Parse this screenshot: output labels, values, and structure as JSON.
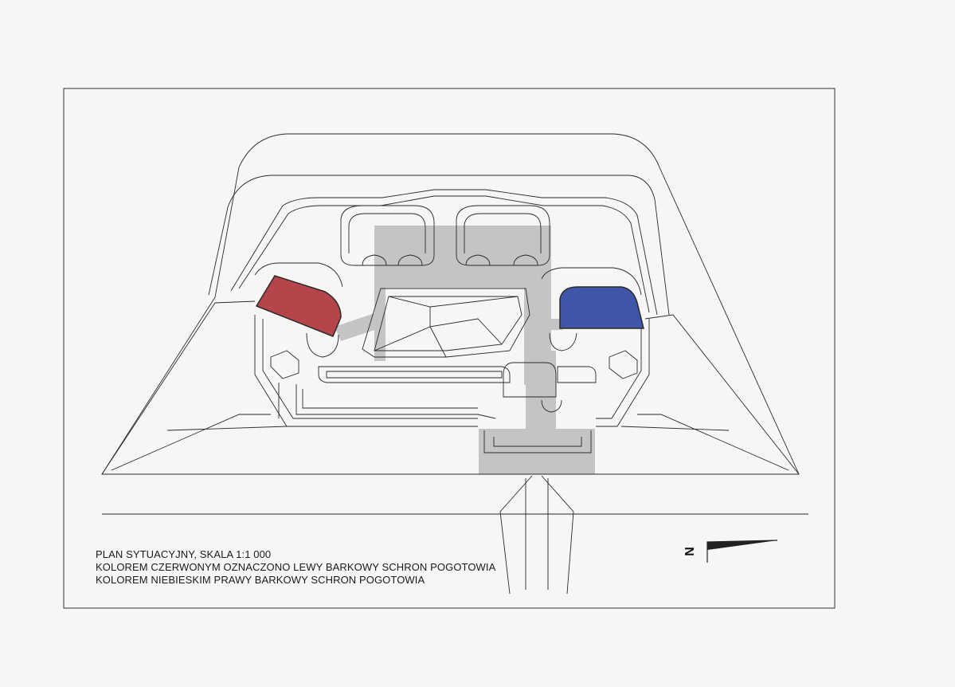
{
  "caption": {
    "line1": "PLAN SYTUACYJNY, SKALA 1:1 000",
    "line2": "KOLOREM CZERWONYM OZNACZONO LEWY BARKOWY SCHRON POGOTOWIA",
    "line3": "KOLOREM NIEBIESKIM PRAWY BARKOWY SCHRON POGOTOWIA"
  },
  "north_arrow": {
    "label": "N"
  },
  "colors": {
    "left_shelter": "#b5454b",
    "right_shelter": "#3f55a8",
    "corridor": "#c2c2c2",
    "line": "#2a2a2a"
  }
}
